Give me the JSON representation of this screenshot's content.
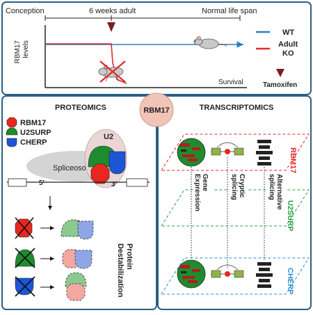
{
  "timeline": {
    "conception": "Conception",
    "six_weeks": "6 weeks adult",
    "normal_span": "Normal life span",
    "ylabel_line1": "RBM17",
    "ylabel_line2": "levels",
    "xlabel": "Survival",
    "legend": [
      {
        "label": "WT",
        "color": "#2a7ec0"
      },
      {
        "label": "Adult",
        "label2": "KO",
        "color": "#e0292b"
      }
    ],
    "tamoxifen": "Tamoxifen",
    "tamoxifen_color": "#7b1e1e"
  },
  "center_badge": "RBM17",
  "proteomics": {
    "title": "PROTEOMICS",
    "legend": [
      {
        "label": "RBM17",
        "color": "#e8271f"
      },
      {
        "label": "U2SURP",
        "color": "#1e8c2e"
      },
      {
        "label": "CHERP",
        "color": "#1d55d6"
      }
    ],
    "u2_label": "U2",
    "spliceosome_label": "Spliceosome",
    "five_prime": "5'",
    "three_prime": "3'",
    "destab_line1": "Protein",
    "destab_line2": "Destabilization"
  },
  "transcriptomics": {
    "title": "TRANSCRIPTOMICS",
    "planes": [
      {
        "label": "RBM17",
        "color": "#e0292b"
      },
      {
        "label": "U2SURP",
        "color": "#27a043"
      },
      {
        "label": "CHERP",
        "color": "#2b8fd0"
      }
    ],
    "arrows": [
      {
        "line1": "Gene",
        "line2": "Expression"
      },
      {
        "line1": "Cryptic",
        "line2": "splicing"
      },
      {
        "line1": "Alternative",
        "line2": "splicing"
      }
    ]
  }
}
